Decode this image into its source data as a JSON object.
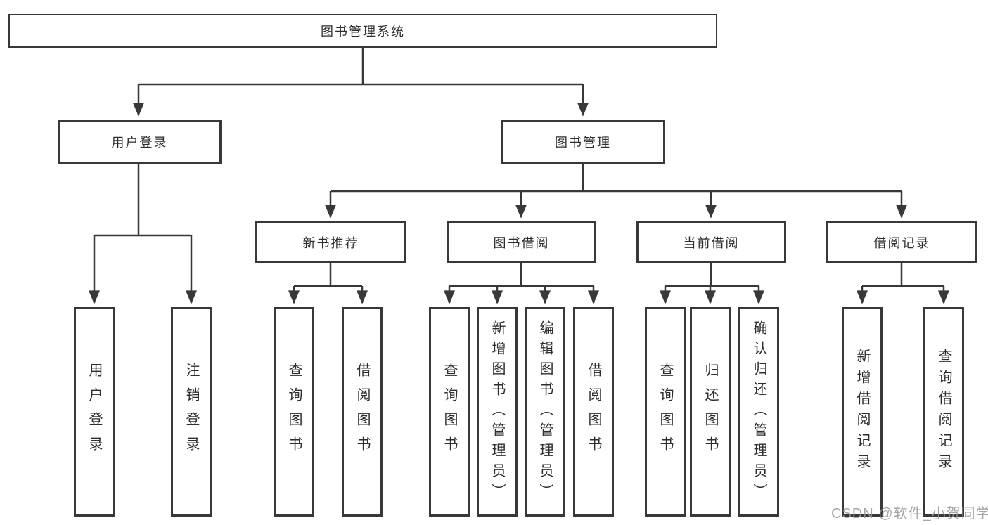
{
  "diagram_title": "图书管理系统",
  "nodes": {
    "root": {
      "label": "图书管理系统"
    },
    "user_login": {
      "label": "用户登录"
    },
    "book_mgmt": {
      "label": "图书管理"
    },
    "new_book_rec": {
      "label": "新书推荐"
    },
    "book_borrow": {
      "label": "图书借阅"
    },
    "current_borrow": {
      "label": "当前借阅"
    },
    "borrow_record": {
      "label": "借阅记录"
    },
    "leaf_user_login": {
      "label": "用户登录"
    },
    "leaf_logout": {
      "label": "注销登录"
    },
    "nb_query_book": {
      "label": "查询图书"
    },
    "nb_borrow_book": {
      "label": "借阅图书"
    },
    "bb_query_book": {
      "label": "查询图书"
    },
    "bb_add_book": {
      "label": "新增图书（管理员）"
    },
    "bb_edit_book": {
      "label": "编辑图书（管理员）"
    },
    "bb_borrow_book": {
      "label": "借阅图书"
    },
    "cb_query_book": {
      "label": "查询图书"
    },
    "cb_return_book": {
      "label": "归还图书"
    },
    "cb_confirm_return": {
      "label": "确认归还（管理员）"
    },
    "br_add_record": {
      "label": "新增借阅记录"
    },
    "br_query_record": {
      "label": "查询借阅记录"
    }
  },
  "watermark": "CSDN @软件_小贺同学",
  "colors": {
    "line": "#383838",
    "text": "#2d2d2d",
    "watermark": "#969696",
    "background": "#ffffff"
  }
}
